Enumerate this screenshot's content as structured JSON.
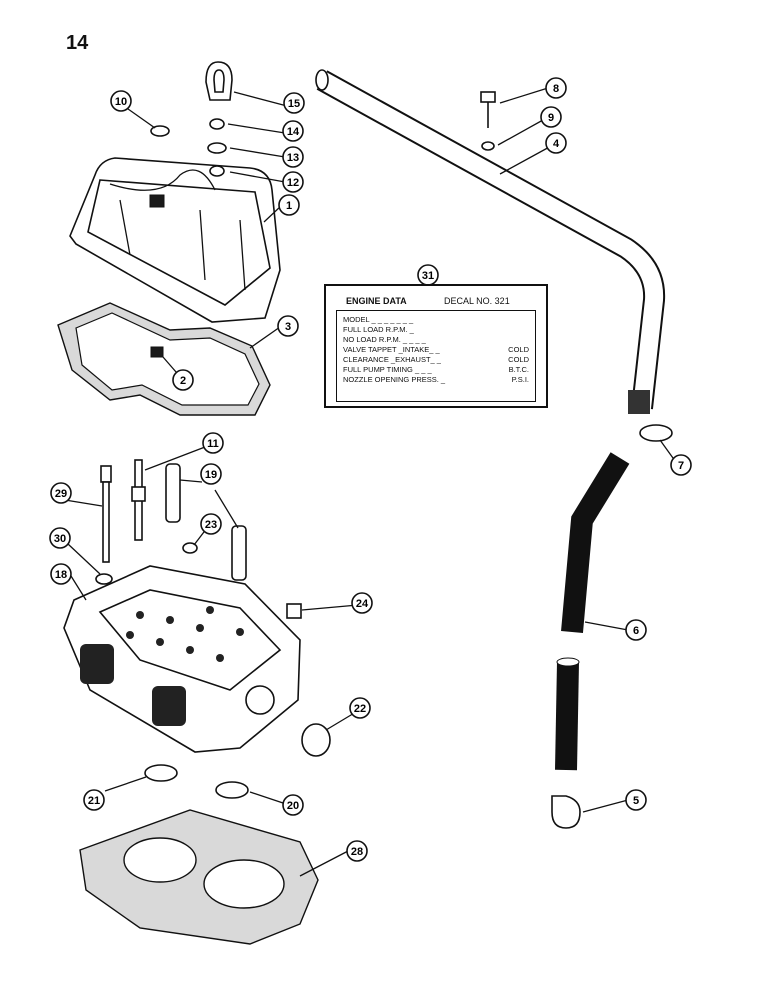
{
  "page_number": "14",
  "decal": {
    "callout": "31",
    "title": "ENGINE DATA",
    "decal_no": "DECAL NO. 321",
    "rows": [
      {
        "left": "MODEL _ _ _ _ _ _ _",
        "right": ""
      },
      {
        "left": "FULL LOAD R.P.M. _",
        "right": ""
      },
      {
        "left": "NO LOAD R.P.M. _ _ _ _",
        "right": ""
      },
      {
        "left": "VALVE TAPPET _INTAKE_ _",
        "right": "COLD"
      },
      {
        "left": "CLEARANCE _EXHAUST_ _",
        "right": "COLD"
      },
      {
        "left": "FULL PUMP TIMING _ _ _",
        "right": "B.T.C."
      },
      {
        "left": "NOZZLE OPENING PRESS. _",
        "right": "P.S.I."
      }
    ]
  },
  "callouts": [
    "1",
    "2",
    "3",
    "4",
    "5",
    "6",
    "7",
    "8",
    "9",
    "10",
    "11",
    "12",
    "13",
    "14",
    "15",
    "18",
    "19",
    "20",
    "21",
    "22",
    "23",
    "24",
    "28",
    "29",
    "30"
  ]
}
